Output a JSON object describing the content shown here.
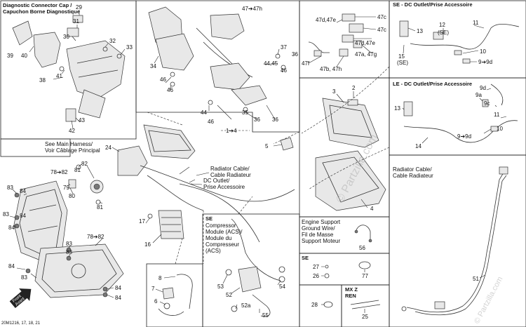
{
  "diagram_id": "20M1216, 17, 18, 21",
  "watermark": "© Partzilla.com",
  "boxes": {
    "diag_cap": {
      "title_en": "Diagnostic Connector Cap /",
      "title_fr": "Capuchon Borne Diagnostique"
    },
    "dc_se": {
      "title": "SE - DC Outlet/Prise Accessoire"
    },
    "dc_le": {
      "title": "LE - DC Outlet/Prise Accessoire"
    },
    "radiator_right": {
      "title_en": "Radiator Cable/",
      "title_fr": "Cable Radiateur"
    },
    "compressor": {
      "tag": "SE",
      "l1": "Compressor",
      "l2": "Module (ACS)/",
      "l3": "Module du",
      "l4": "Compresseur",
      "l5": "(ACS)"
    },
    "engine_support": {
      "l1": "Engine Support",
      "l2": "Ground Wire/",
      "l3": "Fil de Masse",
      "l4": "Support Moteur"
    },
    "se_small": {
      "tag": "SE"
    },
    "mxz": {
      "l1": "MX Z",
      "l2": "REN"
    }
  },
  "callouts": {
    "main_harness_en": "See Main Harness/",
    "main_harness_fr": "Voir Câblage Principal",
    "radiator_en": "Radiator Cable/",
    "radiator_fr": "Cable Radiateur",
    "dc_outlet_en": "DC Outlet/",
    "dc_outlet_fr": "Prise Accessoire",
    "front_en": "Front",
    "front_fr": "Avant"
  },
  "labels": {
    "p29": "29",
    "p31": "31",
    "p30": "30",
    "p39": "39",
    "p40": "40",
    "p41": "41",
    "p38": "38",
    "p32": "32",
    "p33": "33",
    "p43": "43",
    "p42": "42",
    "p47to47h": "47➔47h",
    "p34": "34",
    "p46a": "46",
    "p44": "44",
    "p46b": "46",
    "p37": "37",
    "p4445": "44,45",
    "p46c": "46",
    "p36a": "36",
    "p35": "35",
    "p36b": "36",
    "p36c": "36",
    "p47d47e": "47d,47e",
    "p47c1": "47c",
    "p47c2": "47c",
    "p47d47e2": "47d,47e",
    "p47f": "47f",
    "p47b47h": "47b, 47h",
    "p47a47g": "47a, 47g",
    "p13a": "13",
    "p12": "12",
    "pSE1": "(SE)",
    "p11a": "11",
    "p15": "15",
    "pSE2": "(SE)",
    "p10a": "10",
    "p99da": "9➔9d",
    "p13b": "13",
    "p9d": "9d",
    "p9a": "9a",
    "p9c": "9c",
    "p11b": "11",
    "p10b": "10",
    "p99db": "9➔9d",
    "p14": "14",
    "p3": "3",
    "p2": "2",
    "p1to4": "1➔4",
    "p5": "5",
    "p4": "4",
    "p24": "24",
    "p7882a": "78➔82",
    "p81a": "81",
    "p82": "82",
    "p79": "79",
    "p80": "80",
    "p81b": "81",
    "p83a": "83",
    "p84a": "84",
    "p83b": "83",
    "p84b": "84",
    "p7882b": "78➔82",
    "p83c": "83",
    "p83d": "83",
    "p84c": "84",
    "p84d": "84",
    "p17": "17",
    "p16": "16",
    "p8": "8",
    "p7": "7",
    "p6": "6",
    "p53": "53",
    "p52": "52",
    "p54": "54",
    "p52a": "52a",
    "p55": "55",
    "p56": "56",
    "p27": "27",
    "p26": "26",
    "p77": "77",
    "p28": "28",
    "p25": "25",
    "p51": "51"
  }
}
